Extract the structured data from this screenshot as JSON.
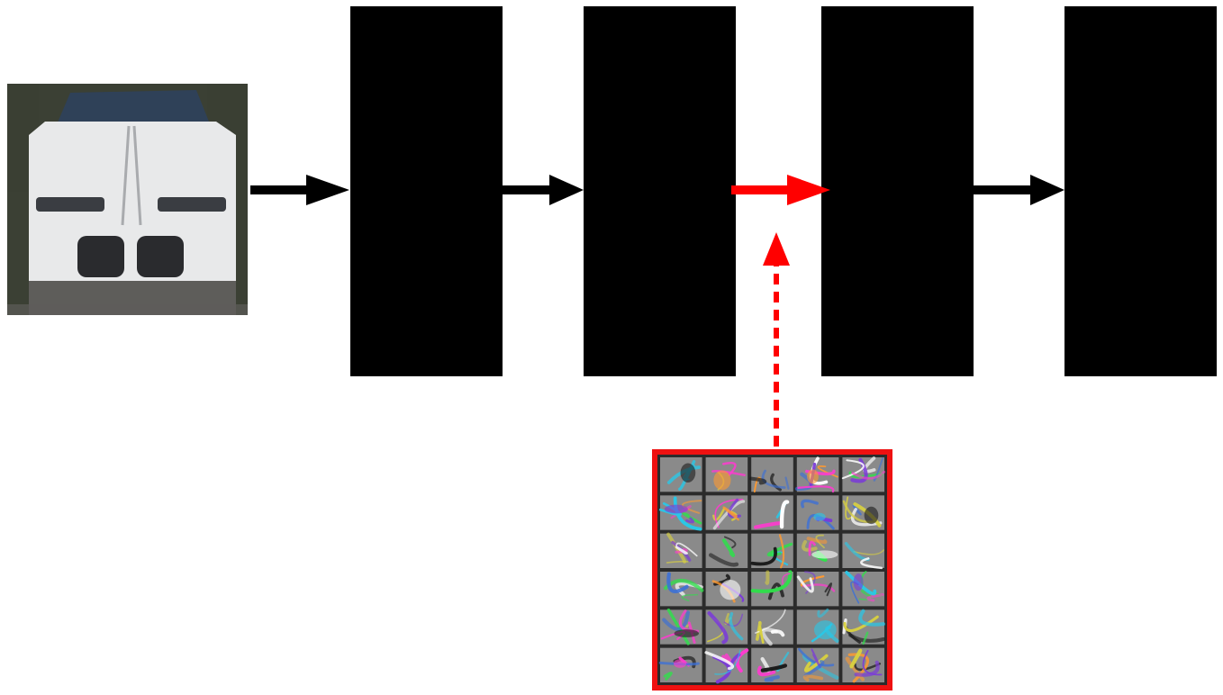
{
  "diagram": {
    "input_image": {
      "subject": "car-front-photo",
      "colors": {
        "background_dark": "#3b4034",
        "windshield": "#2f4158",
        "body": "#e8e9ea",
        "grille": "#2a2b2e",
        "headlight": "#3a3d42",
        "bumper": "#5e5d5a"
      }
    },
    "layers": [
      {
        "id": "layer-1",
        "color": "#000000"
      },
      {
        "id": "layer-2",
        "color": "#000000"
      },
      {
        "id": "layer-3",
        "color": "#000000"
      },
      {
        "id": "layer-4",
        "color": "#000000"
      }
    ],
    "connections": [
      {
        "from": "input-image",
        "to": "layer-1",
        "color": "#000000",
        "highlighted": false
      },
      {
        "from": "layer-1",
        "to": "layer-2",
        "color": "#000000",
        "highlighted": false
      },
      {
        "from": "layer-2",
        "to": "layer-3",
        "color": "#ff0000",
        "highlighted": true
      },
      {
        "from": "layer-3",
        "to": "layer-4",
        "color": "#000000",
        "highlighted": false
      }
    ],
    "injection": {
      "from": "filter-grid",
      "to": "connection-layer-2-layer-3",
      "style": "dashed",
      "color": "#ff0000"
    },
    "filter_grid": {
      "rows": 6,
      "cols": 5,
      "border_color": "#ee1111",
      "cell_background": "#8a8a8a",
      "separator_color": "#2b2b2b",
      "palette": [
        "#3a6fd8",
        "#ffffff",
        "#1a1a1a",
        "#ff3ad0",
        "#2fe04a",
        "#ff9a30",
        "#28c8e8",
        "#d8d040",
        "#7a3ad8"
      ]
    }
  }
}
